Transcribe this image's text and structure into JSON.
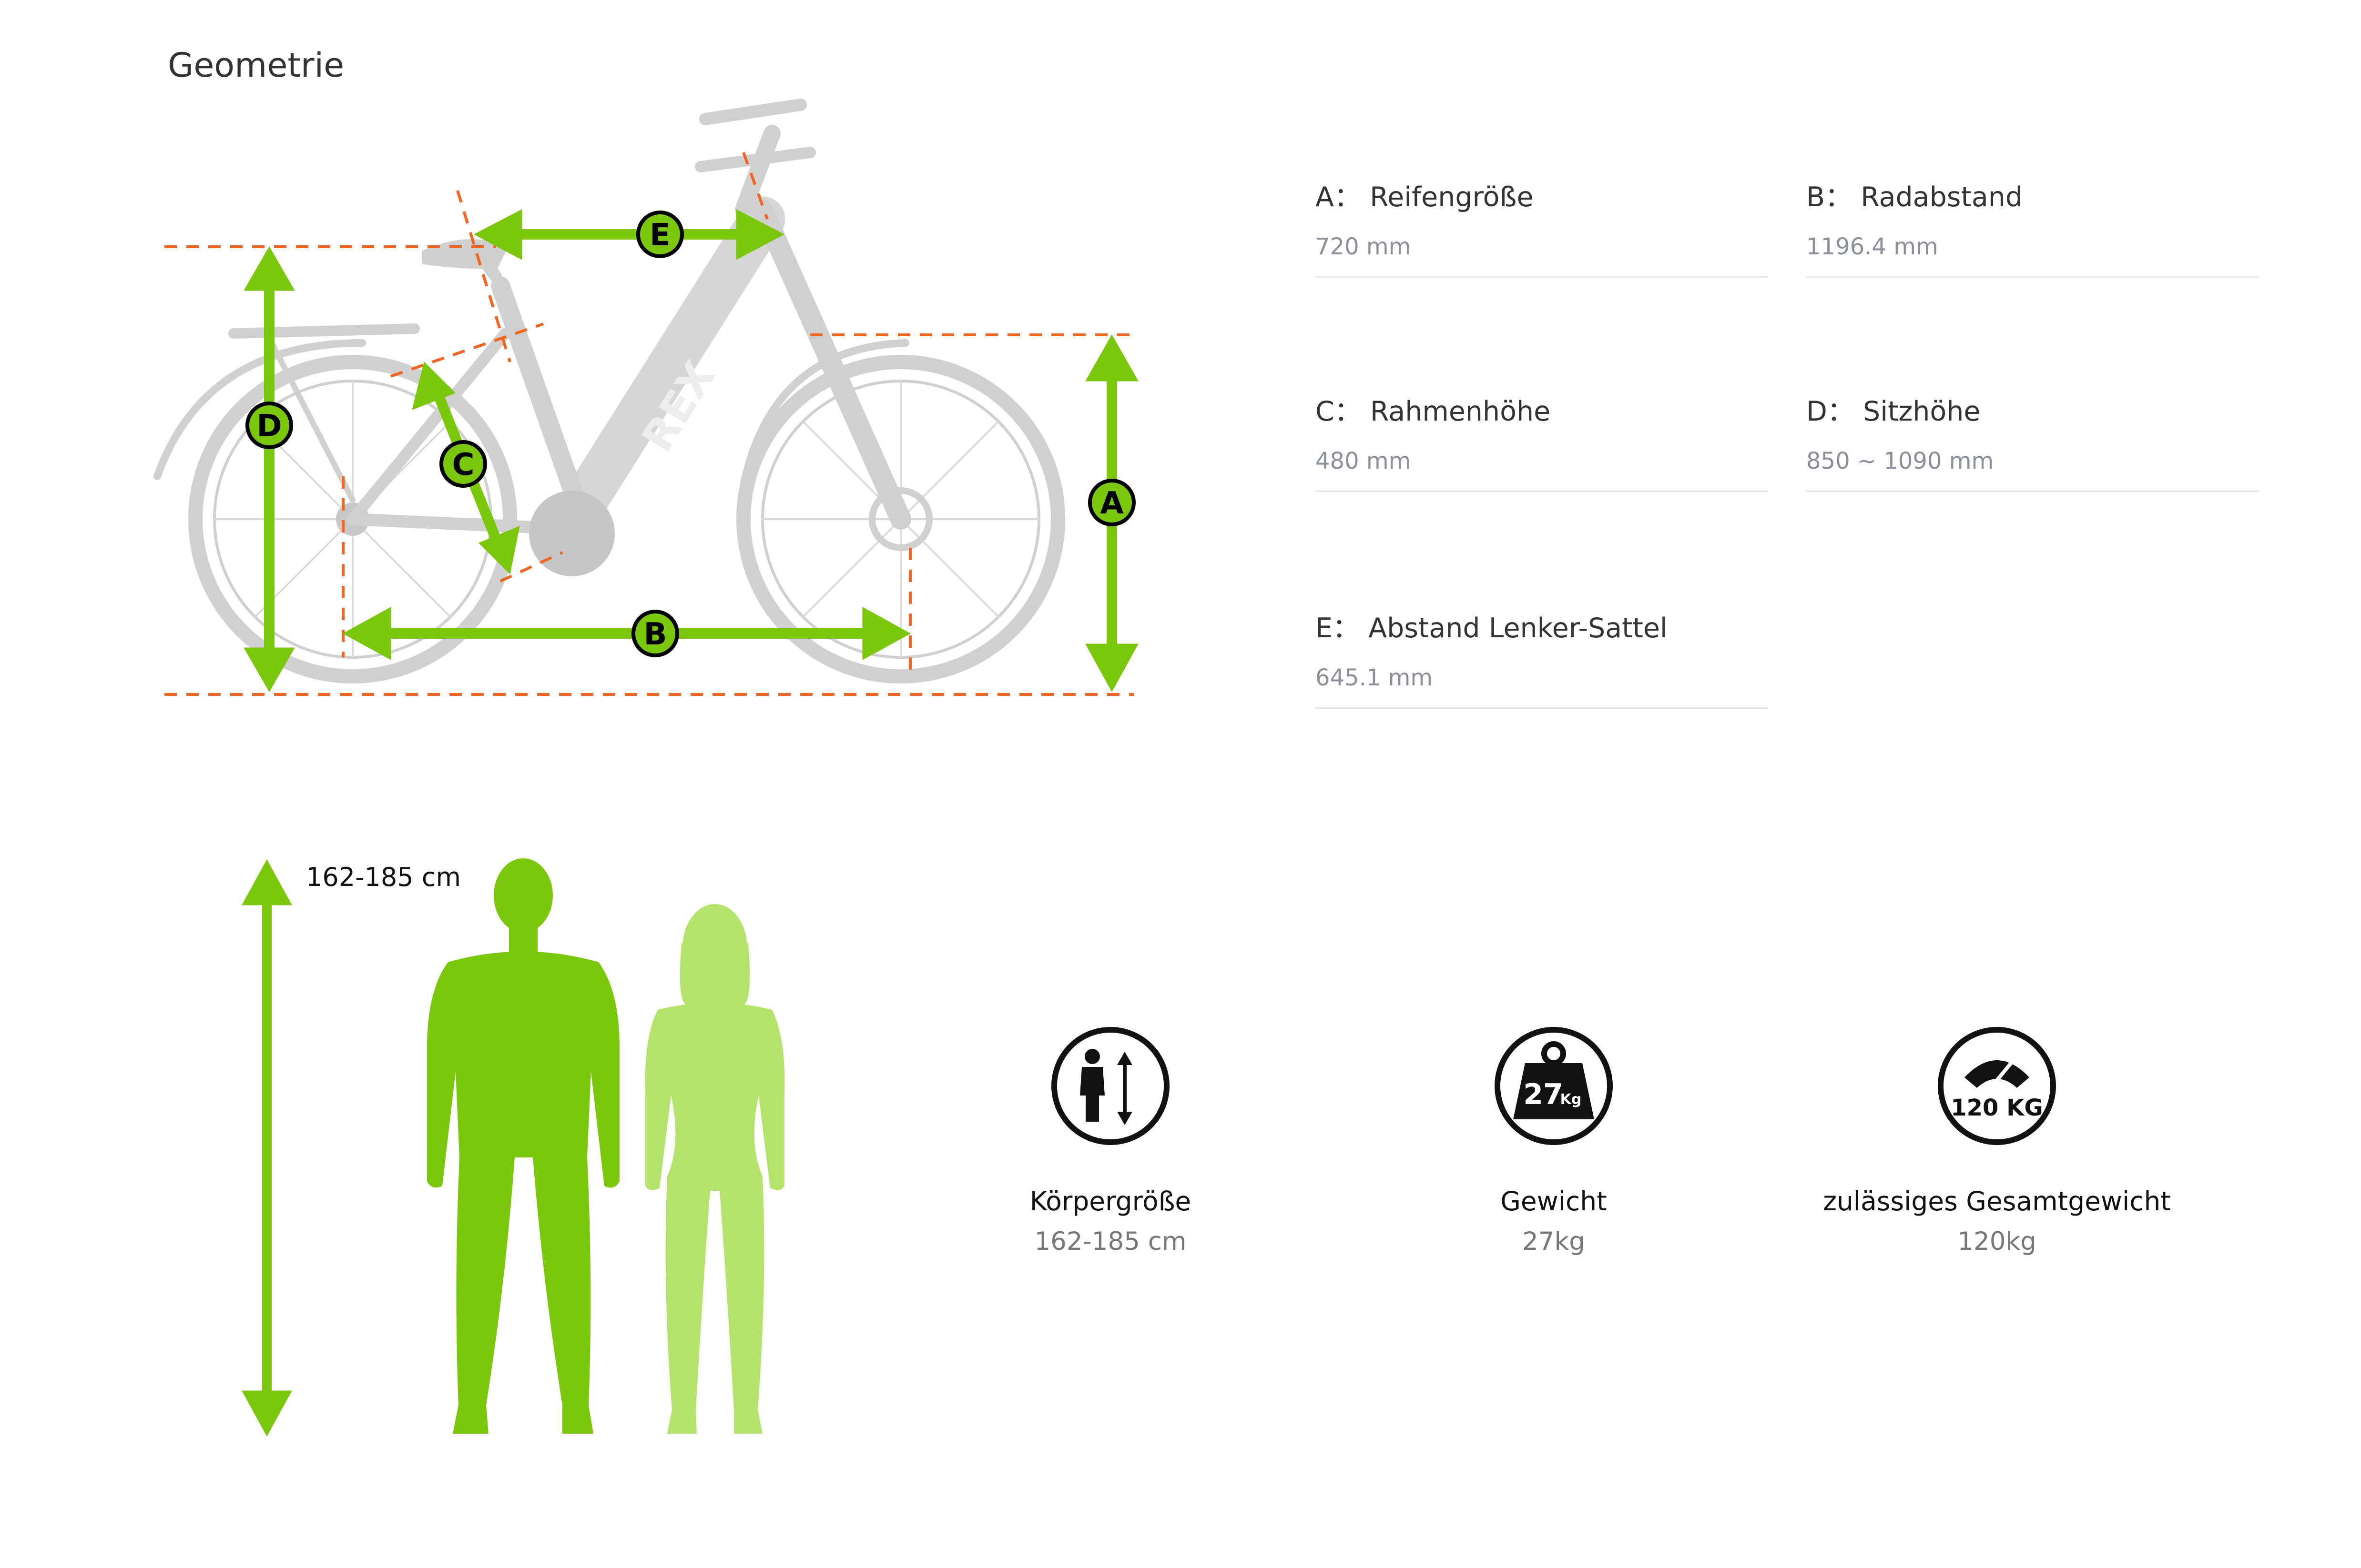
{
  "page": {
    "title": "Geometrie"
  },
  "diagram": {
    "markers": [
      "A",
      "B",
      "C",
      "D",
      "E"
    ],
    "frame_text": "REX"
  },
  "specs": [
    {
      "letter": "A",
      "label": "A： Reifengröße",
      "value": "720 mm"
    },
    {
      "letter": "B",
      "label": "B： Radabstand",
      "value": "1196.4 mm"
    },
    {
      "letter": "C",
      "label": "C： Rahmenhöhe",
      "value": "480 mm"
    },
    {
      "letter": "D",
      "label": "D： Sitzhöhe",
      "value": "850 ~ 1090 mm"
    },
    {
      "letter": "E",
      "label": "E： Abstand Lenker-Sattel",
      "value": "645.1 mm"
    }
  ],
  "body_height": {
    "range": "162-185 cm"
  },
  "info": [
    {
      "icon": "body-height-icon",
      "title": "Körpergröße",
      "value": "162-185 cm"
    },
    {
      "icon": "weight-icon",
      "icon_text": "27",
      "icon_unit": "Kg",
      "title": "Gewicht",
      "value": "27kg"
    },
    {
      "icon": "scale-icon",
      "icon_text": "120 KG",
      "title": "zulässiges Gesamtgewicht",
      "value": "120kg"
    }
  ],
  "colors": {
    "accent_green": "#7ac70c",
    "light_green": "#b4e36c",
    "dim_orange": "#f26522",
    "bike_gray": "#cfcfcf"
  }
}
